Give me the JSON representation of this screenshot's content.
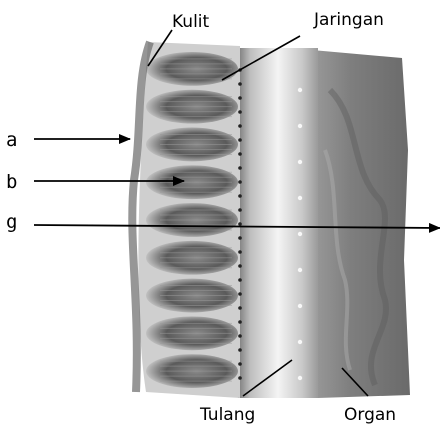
{
  "labels": {
    "kulit": "Kulit",
    "jaringan": "Jaringan",
    "tulang": "Tulang",
    "organ": "Organ",
    "a": "a",
    "b": "b",
    "g": "g"
  }
}
